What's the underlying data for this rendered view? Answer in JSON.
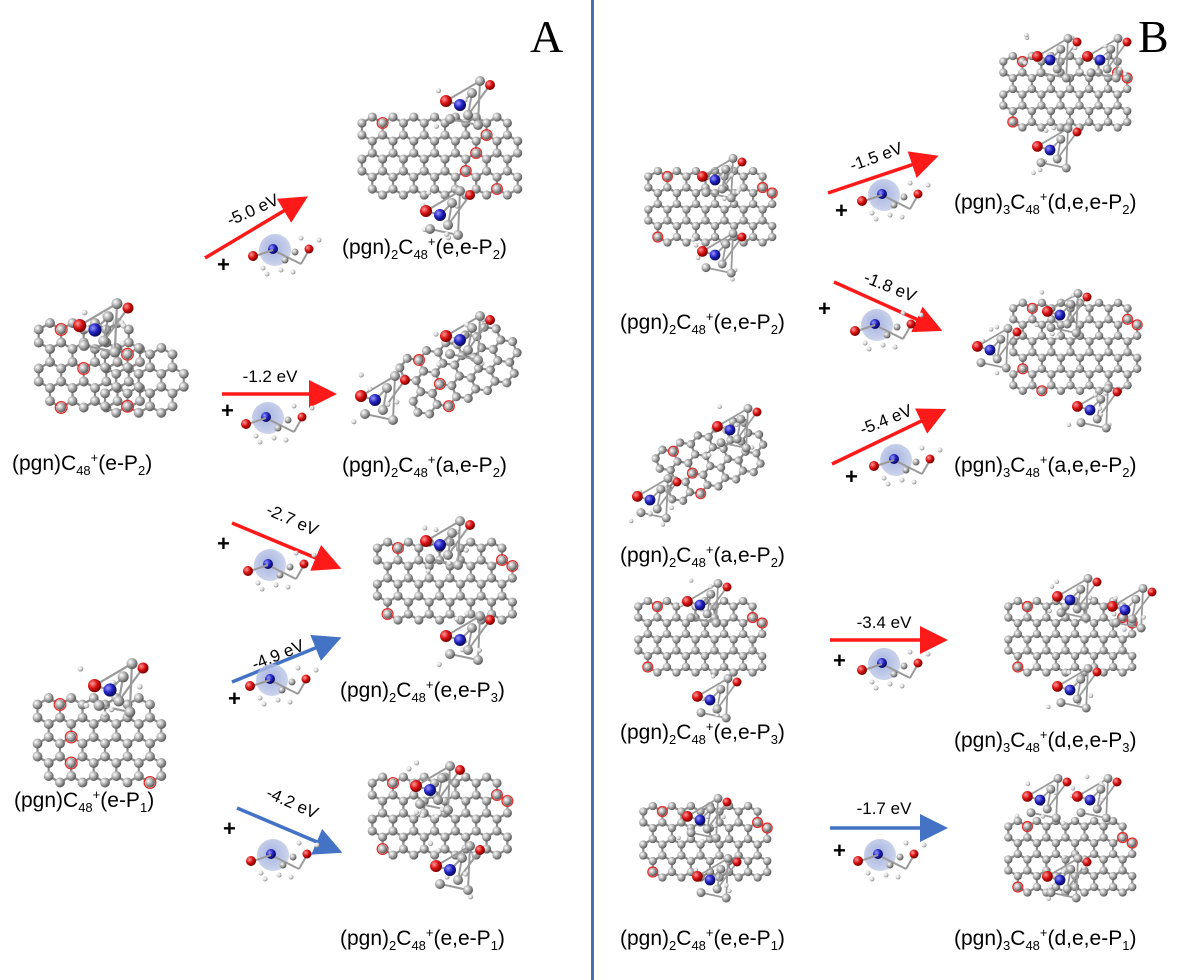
{
  "panels": {
    "a": "A",
    "b": "B"
  },
  "colors": {
    "red_arrow": "#ff1a1a",
    "blue_arrow": "#4472c4",
    "divider": "#4a6fb5",
    "carbon": "#9a9a9a",
    "oxygen": "#d81010",
    "nitrogen": "#2020c0",
    "hydrogen": "#d0d0d0"
  },
  "labels": {
    "A_e_P2": {
      "pre": "(pgn)",
      "c": "C",
      "n": "48",
      "charge": "+",
      "site": "(e-P",
      "sub": "2",
      "end": ")"
    },
    "A_e_P1": {
      "pre": "(pgn)",
      "c": "C",
      "n": "48",
      "charge": "+",
      "site": "(e-P",
      "sub": "1",
      "end": ")"
    },
    "A_ee_P2": {
      "pre": "(pgn)",
      "pre_sub": "2",
      "c": "C",
      "n": "48",
      "charge": "+",
      "site": "(e,e-P",
      "sub": "2",
      "end": ")"
    },
    "A_ae_P2": {
      "pre": "(pgn)",
      "pre_sub": "2",
      "c": "C",
      "n": "48",
      "charge": "+",
      "site": "(a,e-P",
      "sub": "2",
      "end": ")"
    },
    "A_ee_P3": {
      "pre": "(pgn)",
      "pre_sub": "2",
      "c": "C",
      "n": "48",
      "charge": "+",
      "site": "(e,e-P",
      "sub": "3",
      "end": ")"
    },
    "A_ee_P1": {
      "pre": "(pgn)",
      "pre_sub": "2",
      "c": "C",
      "n": "48",
      "charge": "+",
      "site": "(e,e-P",
      "sub": "1",
      "end": ")"
    },
    "B_ee_P2": {
      "pre": "(pgn)",
      "pre_sub": "2",
      "c": "C",
      "n": "48",
      "charge": "+",
      "site": "(e,e-P",
      "sub": "2",
      "end": ")"
    },
    "B_ae_P2": {
      "pre": "(pgn)",
      "pre_sub": "2",
      "c": "C",
      "n": "48",
      "charge": "+",
      "site": "(a,e-P",
      "sub": "2",
      "end": ")"
    },
    "B_ee_P3": {
      "pre": "(pgn)",
      "pre_sub": "2",
      "c": "C",
      "n": "48",
      "charge": "+",
      "site": "(e,e-P",
      "sub": "3",
      "end": ")"
    },
    "B_ee_P1": {
      "pre": "(pgn)",
      "pre_sub": "2",
      "c": "C",
      "n": "48",
      "charge": "+",
      "site": "(e,e-P",
      "sub": "1",
      "end": ")"
    },
    "B_dee_P2": {
      "pre": "(pgn)",
      "pre_sub": "3",
      "c": "C",
      "n": "48",
      "charge": "+",
      "site": "(d,e,e-P",
      "sub": "2",
      "end": ")"
    },
    "B_aee_P2": {
      "pre": "(pgn)",
      "pre_sub": "3",
      "c": "C",
      "n": "48",
      "charge": "+",
      "site": "(a,e,e-P",
      "sub": "2",
      "end": ")"
    },
    "B_dee_P3": {
      "pre": "(pgn)",
      "pre_sub": "3",
      "c": "C",
      "n": "48",
      "charge": "+",
      "site": "(d,e,e-P",
      "sub": "3",
      "end": ")"
    },
    "B_dee_P1": {
      "pre": "(pgn)",
      "pre_sub": "3",
      "c": "C",
      "n": "48",
      "charge": "+",
      "site": "(d,e,e-P",
      "sub": "1",
      "end": ")"
    }
  },
  "reactions": {
    "A1": {
      "energy": "-5.0 eV",
      "color": "red"
    },
    "A2": {
      "energy": "-1.2 eV",
      "color": "red"
    },
    "A3": {
      "energy": "-2.7 eV",
      "color": "red"
    },
    "A4": {
      "energy": "-4.9 eV",
      "color": "blue"
    },
    "A5": {
      "energy": "-4.2 eV",
      "color": "blue"
    },
    "B1": {
      "energy": "-1.5 eV",
      "color": "red"
    },
    "B2": {
      "energy": "-1.8 eV",
      "color": "red"
    },
    "B3": {
      "energy": "-5.4 eV",
      "color": "red"
    },
    "B4": {
      "energy": "-3.4 eV",
      "color": "red"
    },
    "B5": {
      "energy": "-1.7 eV",
      "color": "blue"
    }
  },
  "plus_sign": "+"
}
